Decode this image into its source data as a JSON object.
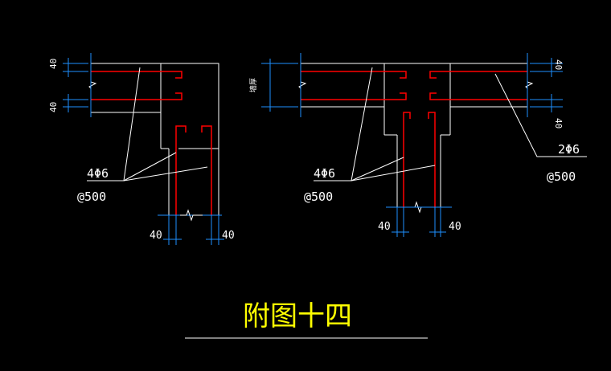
{
  "colors": {
    "background": "#000000",
    "outline": "#ffffff",
    "rebar": "#ff0000",
    "dimension": "#1e90ff",
    "title": "#ffff00"
  },
  "left_detail": {
    "dim_top": "40",
    "dim_mid": "40",
    "dim_bottom_left": "40",
    "dim_bottom_right": "40",
    "rebar_spec": "4Φ6",
    "rebar_spacing": "@500"
  },
  "right_detail": {
    "wall_label": "墙厚",
    "dim_bottom_left": "40",
    "dim_bottom_right": "40",
    "dim_right_top": "40",
    "dim_right_bottom": "40",
    "rebar_spec": "4Φ6",
    "rebar_spacing": "@500",
    "rebar_spec_2": "2Φ6",
    "rebar_spacing_2": "@500"
  },
  "title": "附图十四"
}
